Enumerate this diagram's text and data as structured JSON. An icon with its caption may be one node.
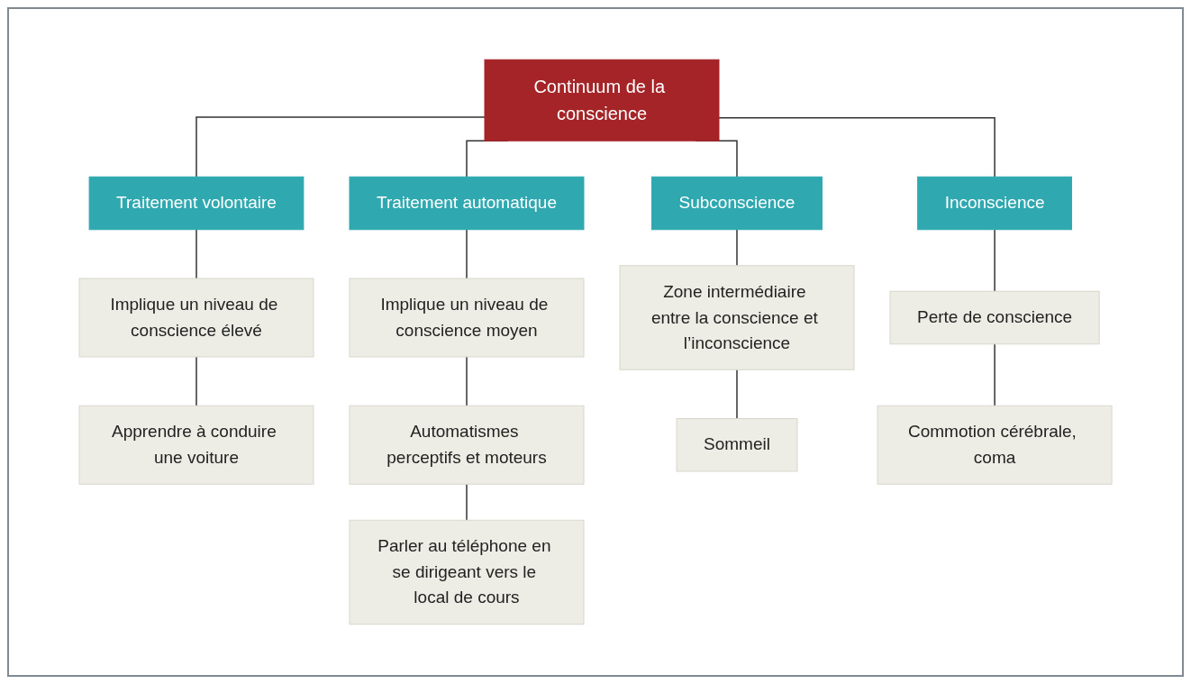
{
  "diagram": {
    "nodes": [
      {
        "text": [
          "Continuum de la conscience"
        ]
      },
      {
        "text": [
          "Traitement volontaire"
        ]
      },
      {
        "text": [
          "Traitement automatique"
        ]
      },
      {
        "text": [
          "Subconscience"
        ]
      },
      {
        "text": [
          "Inconscience"
        ]
      },
      {
        "text": [
          "Implique un niveau de conscience élevé"
        ]
      },
      {
        "text": [
          "Implique un niveau de conscience moyen"
        ]
      },
      {
        "text": [
          "Zone intermédiaire entre la conscience et l’inconscience"
        ]
      },
      {
        "text": [
          "Perte de conscience"
        ]
      },
      {
        "text": [
          "Apprendre à conduire une voiture"
        ]
      },
      {
        "text": [
          "Automatismes perceptifs et moteurs"
        ]
      },
      {
        "text": [
          "Sommeil"
        ]
      },
      {
        "text": [
          "Commotion cérébrale, coma"
        ]
      },
      {
        "text": [
          "Parler au téléphone en se dirigeant vers le local de cours"
        ]
      }
    ],
    "edges": [
      {
        "from": 0,
        "to": 1,
        "arrow": "none"
      },
      {
        "from": 0,
        "to": 2,
        "arrow": "none"
      },
      {
        "from": 0,
        "to": 3,
        "arrow": "none"
      },
      {
        "from": 0,
        "to": 4,
        "arrow": "none"
      },
      {
        "from": 1,
        "to": 5,
        "arrow": "none"
      },
      {
        "from": 5,
        "to": 9,
        "arrow": "none"
      },
      {
        "from": 2,
        "to": 6,
        "arrow": "none"
      },
      {
        "from": 6,
        "to": 10,
        "arrow": "none"
      },
      {
        "from": 10,
        "to": 13,
        "arrow": "none"
      },
      {
        "from": 3,
        "to": 7,
        "arrow": "none"
      },
      {
        "from": 7,
        "to": 11,
        "arrow": "none"
      },
      {
        "from": 4,
        "to": 8,
        "arrow": "none"
      },
      {
        "from": 8,
        "to": 12,
        "arrow": "none"
      }
    ]
  }
}
